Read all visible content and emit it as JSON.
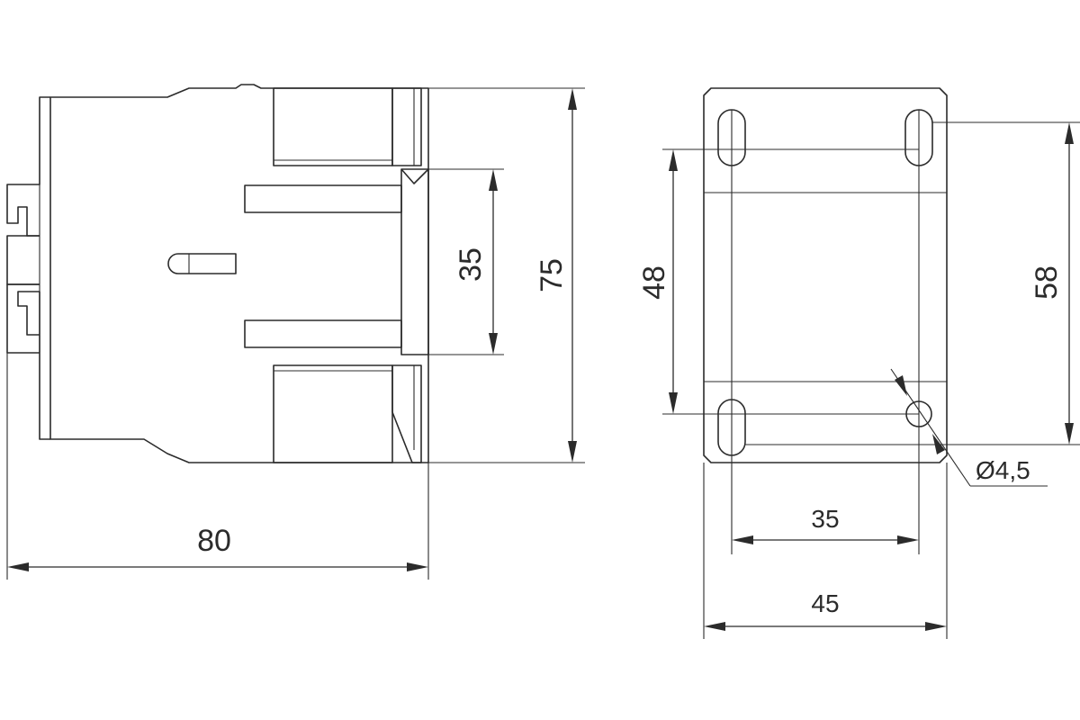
{
  "side_view": {
    "width_label": "80",
    "height_label": "75",
    "inner_label": "35"
  },
  "front_view": {
    "slot_vertical_label": "48",
    "slot_outer_label": "58",
    "hole_label": "Ø4,5",
    "slot_horizontal_label": "35",
    "width_label": "45"
  }
}
